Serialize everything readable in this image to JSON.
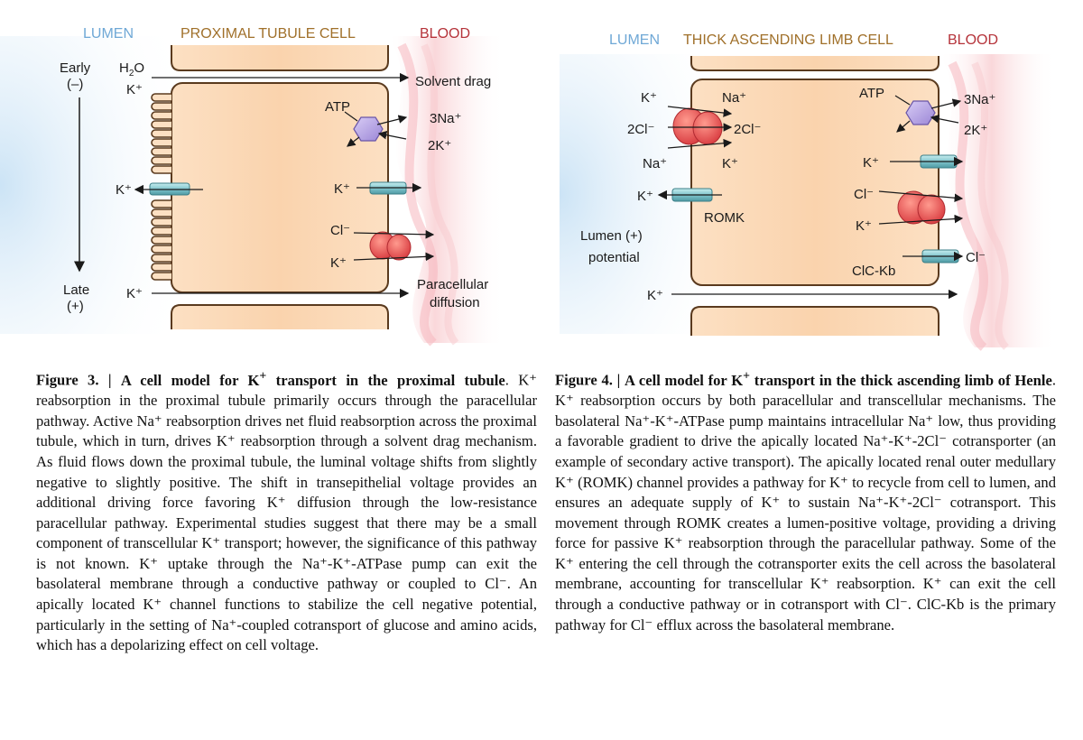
{
  "figure3": {
    "header_lumen": "LUMEN",
    "header_cell": "PROXIMAL TUBULE CELL",
    "header_blood": "BLOOD",
    "early": "Early",
    "early_sign": "(–)",
    "late": "Late",
    "late_sign": "(+)",
    "water": "H",
    "water_sub": "2",
    "water_o": "O",
    "k_top": "K⁺",
    "solvent_drag": "Solvent drag",
    "atp": "ATP",
    "na3": "3Na⁺",
    "k2": "2K⁺",
    "k_apical": "K⁺",
    "k_baso": "K⁺",
    "cl": "Cl⁻",
    "k_cotrans": "K⁺",
    "k_bottom": "K⁺",
    "paracellular_1": "Paracellular",
    "paracellular_2": "diffusion"
  },
  "figure4": {
    "header_lumen": "LUMEN",
    "header_cell": "THICK ASCENDING LIMB CELL",
    "header_blood": "BLOOD",
    "k_in": "K⁺",
    "cl2_in": "2Cl⁻",
    "na_in": "Na⁺",
    "na_out": "Na⁺",
    "cl2_out": "2Cl⁻",
    "k_out": "K⁺",
    "k_romk": "K⁺",
    "romk": "ROMK",
    "lumen_potential_1": "Lumen (+)",
    "lumen_potential_2": "potential",
    "k_bottom": "K⁺",
    "atp": "ATP",
    "na3": "3Na⁺",
    "k2": "2K⁺",
    "k_baso": "K⁺",
    "cl_cot": "Cl⁻",
    "k_cot": "K⁺",
    "clckb": "ClC-Kb",
    "cl_out": "Cl⁻"
  },
  "caption3": {
    "title": "Figure 3.",
    "separator": "|",
    "heading_a": "A cell model for K",
    "heading_sup": "+",
    "heading_b": "transport in the proximal tubule",
    "body": ". K⁺ reabsorption in the proximal tubule primarily occurs through the paracellular pathway. Active Na⁺ reabsorption drives net fluid reabsorption across the proximal tubule, which in turn, drives K⁺ reabsorption through a solvent drag mechanism. As fluid flows down the proximal tubule, the luminal voltage shifts from slightly negative to slightly positive. The shift in transepithelial voltage provides an additional driving force favoring K⁺ diffusion through the low-resistance paracellular pathway. Experimental studies suggest that there may be a small component of transcellular K⁺ transport; however, the significance of this pathway is not known. K⁺ uptake through the Na⁺-K⁺-ATPase pump can exit the basolateral membrane through a conductive pathway or coupled to Cl⁻. An apically located K⁺ channel functions to stabilize the cell negative potential, particularly in the setting of Na⁺-coupled cotransport of glucose and amino acids, which has a depolarizing effect on cell voltage."
  },
  "caption4": {
    "title": "Figure 4.",
    "separator": "|",
    "heading_a": "A cell model for K",
    "heading_sup": "+",
    "heading_b": "transport in the thick ascending limb of Henle",
    "body": ". K⁺ reabsorption occurs by both paracellular and transcellular mechanisms. The basolateral Na⁺-K⁺-ATPase pump maintains intracellular Na⁺ low, thus providing a favorable gradient to drive the apically located Na⁺-K⁺-2Cl⁻ cotransporter (an example of secondary active transport). The apically located renal outer medullary K⁺ (ROMK) channel provides a pathway for K⁺ to recycle from cell to lumen, and ensures an adequate supply of K⁺ to sustain Na⁺-K⁺-2Cl⁻ cotransport. This movement through ROMK creates a lumen-positive voltage, providing a driving force for passive K⁺ reabsorption through the paracellular pathway. Some of the K⁺ entering the cell through the cotransporter exits the cell across the basolateral membrane, accounting for transcellular K⁺ reabsorption. K⁺ can exit the cell through a conductive pathway or in cotransport with Cl⁻. ClC-Kb is the primary pathway for Cl⁻ efflux across the basolateral membrane."
  },
  "colors": {
    "lumen": "#6fa8d6",
    "cell_header": "#a0702a",
    "blood": "#b5333a",
    "cell_fill": "#fbd8b6",
    "cell_stroke": "#5a3a1e",
    "channel": "#8fd0d6",
    "cotransporter": "#e0474a",
    "pump": "#b9a6e0"
  }
}
